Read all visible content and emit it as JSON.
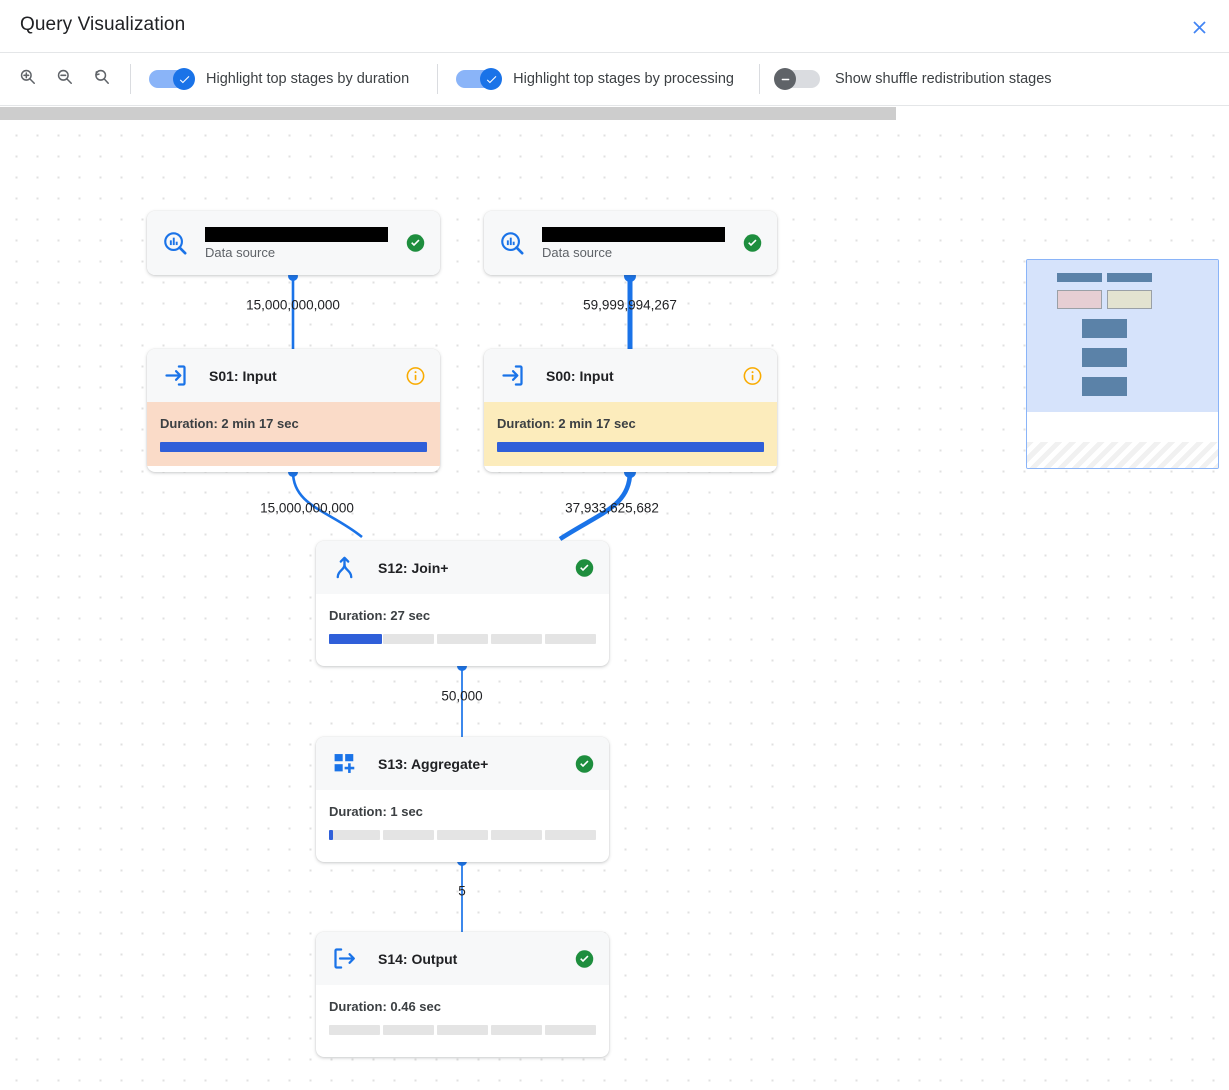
{
  "window": {
    "title": "Query Visualization",
    "close_icon": "close-icon"
  },
  "toolbar": {
    "zoom_in_icon": "zoom-in-icon",
    "zoom_out_icon": "zoom-out-icon",
    "zoom_reset_icon": "zoom-reset-icon",
    "toggles": [
      {
        "label": "Highlight top stages by duration",
        "state": "on"
      },
      {
        "label": "Highlight top stages by processing",
        "state": "on"
      },
      {
        "label": "Show shuffle redistribution stages",
        "state": "off"
      }
    ]
  },
  "colors": {
    "accent_blue": "#1a73e8",
    "switch_on_track": "#8ab4f8",
    "switch_off_track": "#dadce0",
    "success_green": "#1e8e3e",
    "info_orange": "#f9ab00",
    "duration_bar": "#2f5fd9",
    "highlight_duration": "#fadbc8",
    "highlight_processing": "#fcecbc"
  },
  "graph": {
    "nodes": [
      {
        "id": "ds-left",
        "kind": "data-source",
        "icon": "bigquery-data-source-icon",
        "title_redacted": true,
        "subtitle": "Data source",
        "status": "success"
      },
      {
        "id": "ds-right",
        "kind": "data-source",
        "icon": "bigquery-data-source-icon",
        "title_redacted": true,
        "subtitle": "Data source",
        "status": "success"
      },
      {
        "id": "s01",
        "kind": "stage",
        "icon": "input-arrow-icon",
        "title": "S01: Input",
        "status": "info",
        "duration": "Duration: 2 min 17 sec",
        "duration_pct": 100,
        "highlight": "duration"
      },
      {
        "id": "s00",
        "kind": "stage",
        "icon": "input-arrow-icon",
        "title": "S00: Input",
        "status": "info",
        "duration": "Duration: 2 min 17 sec",
        "duration_pct": 100,
        "highlight": "processing"
      },
      {
        "id": "s12",
        "kind": "stage",
        "icon": "join-icon",
        "title": "S12: Join+",
        "status": "success",
        "duration": "Duration: 27 sec",
        "duration_pct": 20,
        "highlight": "none"
      },
      {
        "id": "s13",
        "kind": "stage",
        "icon": "aggregate-icon",
        "title": "S13: Aggregate+",
        "status": "success",
        "duration": "Duration: 1 sec",
        "duration_pct": 1.5,
        "highlight": "none"
      },
      {
        "id": "s14",
        "kind": "stage",
        "icon": "output-arrow-icon",
        "title": "S14: Output",
        "status": "success",
        "duration": "Duration: 0.46 sec",
        "duration_pct": 0,
        "highlight": "none"
      }
    ],
    "edges": [
      {
        "from": "ds-left",
        "to": "s01",
        "label": "15,000,000,000"
      },
      {
        "from": "ds-right",
        "to": "s00",
        "label": "59,999,994,267"
      },
      {
        "from": "s01",
        "to": "s12",
        "label": "15,000,000,000"
      },
      {
        "from": "s00",
        "to": "s12",
        "label": "37,933,625,682"
      },
      {
        "from": "s12",
        "to": "s13",
        "label": "50,000"
      },
      {
        "from": "s13",
        "to": "s14",
        "label": "5"
      }
    ]
  },
  "minimap": {
    "name": "graph-minimap"
  }
}
